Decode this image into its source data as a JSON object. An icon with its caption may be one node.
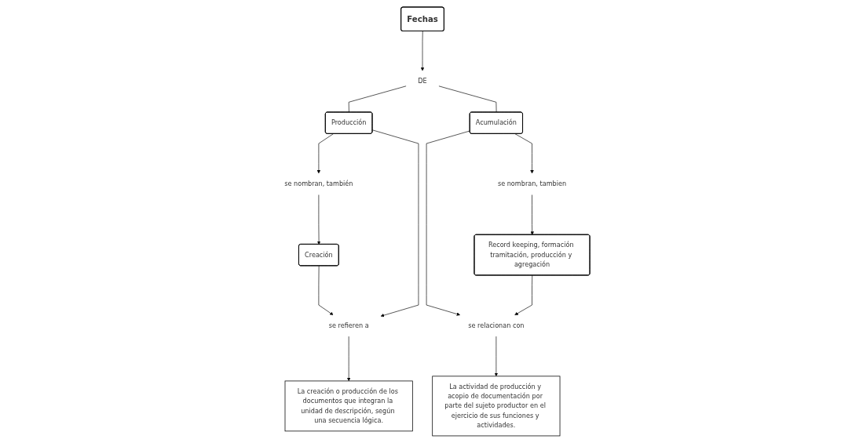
{
  "diagram": {
    "nodes": [
      {
        "text": [
          "Fechas"
        ]
      },
      {
        "text": [
          "DE"
        ]
      },
      {
        "text": [
          "se nombran, también"
        ]
      },
      {
        "text": [
          "se nombran, tambien"
        ]
      },
      {
        "text": [
          "Creación"
        ]
      },
      {
        "text": [
          "Producción"
        ]
      },
      {
        "text": [
          "Acumulación"
        ]
      },
      {
        "text": [
          "Record keeping, formación tramitación, producción y agregación"
        ]
      },
      {
        "text": [
          "se refieren a"
        ]
      },
      {
        "text": [
          "se relacionan con"
        ]
      },
      {
        "text": [
          "La creación o producción de los documentos que integran la unidad de descripción, según una secuencia lógica."
        ]
      },
      {
        "text": [
          "La actividad de producción y acopio de documentación por parte del sujeto productor en el ejercicio de sus funciones y actividades."
        ]
      }
    ],
    "edges": [
      {
        "from": 0,
        "to": 1,
        "arrow": "to"
      },
      {
        "from": 1,
        "to": 5,
        "arrow": "none"
      },
      {
        "from": 1,
        "to": 6,
        "arrow": "none"
      },
      {
        "from": 5,
        "to": 2,
        "arrow": "to"
      },
      {
        "from": 2,
        "to": 4,
        "arrow": "to"
      },
      {
        "from": 4,
        "to": 8,
        "arrow": "to"
      },
      {
        "from": 5,
        "to": 8,
        "arrow": "to"
      },
      {
        "from": 8,
        "to": 10,
        "arrow": "to"
      },
      {
        "from": 6,
        "to": 3,
        "arrow": "to"
      },
      {
        "from": 3,
        "to": 7,
        "arrow": "to"
      },
      {
        "from": 6,
        "to": 9,
        "arrow": "to"
      },
      {
        "from": 7,
        "to": 9,
        "arrow": "to"
      },
      {
        "from": 9,
        "to": 11,
        "arrow": "to"
      }
    ]
  }
}
